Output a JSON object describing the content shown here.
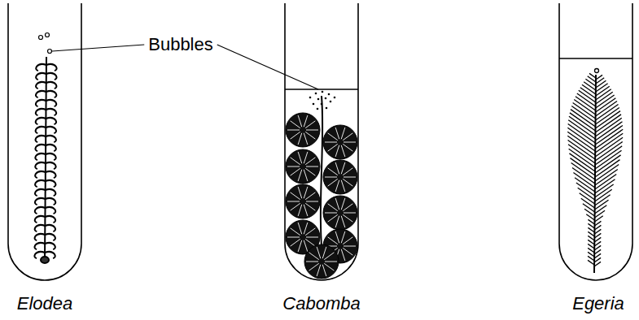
{
  "diagram": {
    "labels": [
      "Bubbles",
      "Elodea",
      "Cabomba",
      "Egeria"
    ]
  }
}
